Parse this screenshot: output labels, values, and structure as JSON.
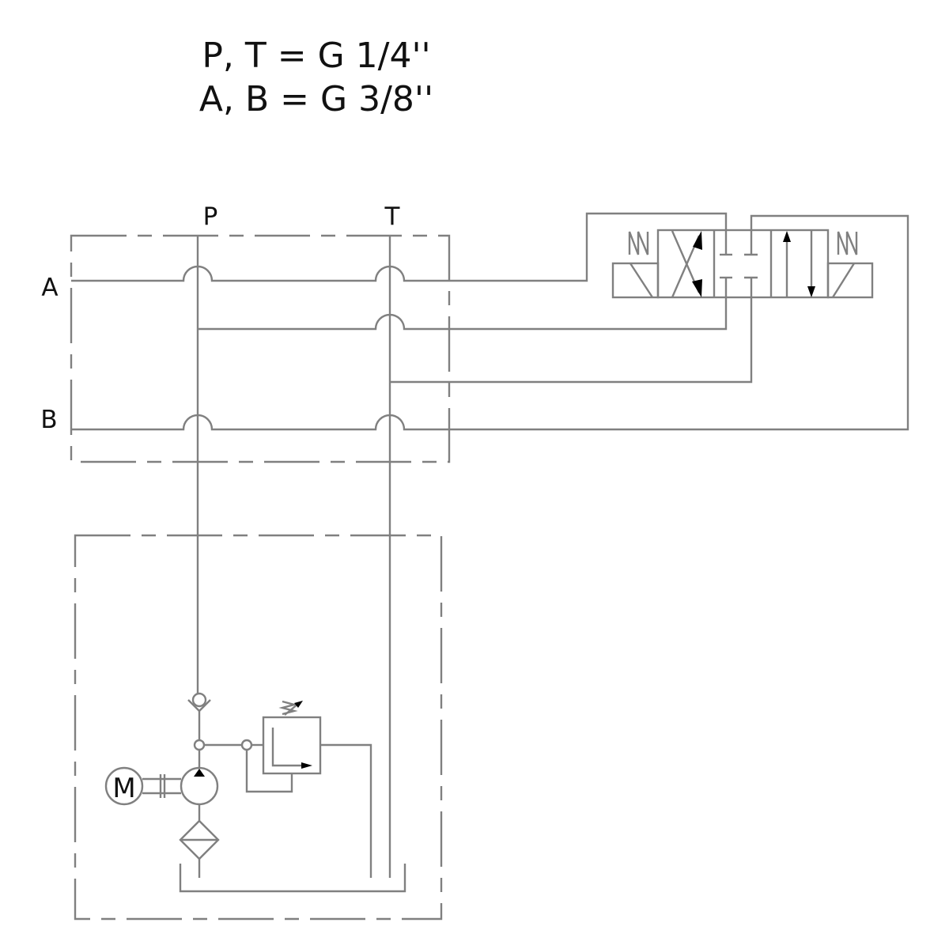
{
  "spec": {
    "line1": "P, T = G 1/4''",
    "line2": "A, B = G 3/8''"
  },
  "ports": {
    "P": "P",
    "T": "T",
    "A": "A",
    "B": "B"
  },
  "motor": {
    "label": "M"
  },
  "colors": {
    "line": "#808080",
    "text": "#111111",
    "arrow": "#000000"
  }
}
